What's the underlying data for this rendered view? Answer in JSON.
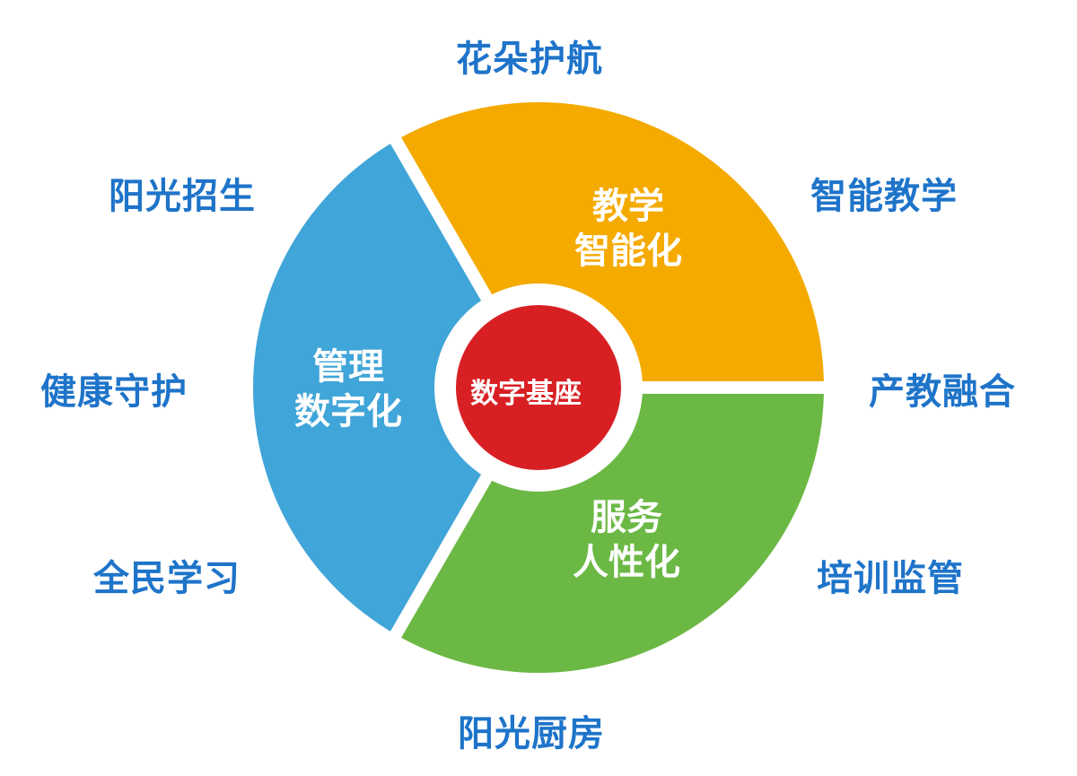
{
  "colors": {
    "orange": "#f5aa00",
    "green": "#6cb845",
    "blue": "#40a5d8",
    "red": "#d82024",
    "label": "#1e74c9"
  },
  "center": "数字基座",
  "segments": [
    {
      "line1": "教学",
      "line2": "智能化"
    },
    {
      "line1": "服务",
      "line2": "人性化"
    },
    {
      "line1": "管理",
      "line2": "数字化"
    }
  ],
  "outer_labels": [
    "花朵护航",
    "智能教学",
    "产教融合",
    "培训监管",
    "阳光厨房",
    "全民学习",
    "健康守护",
    "阳光招生"
  ]
}
